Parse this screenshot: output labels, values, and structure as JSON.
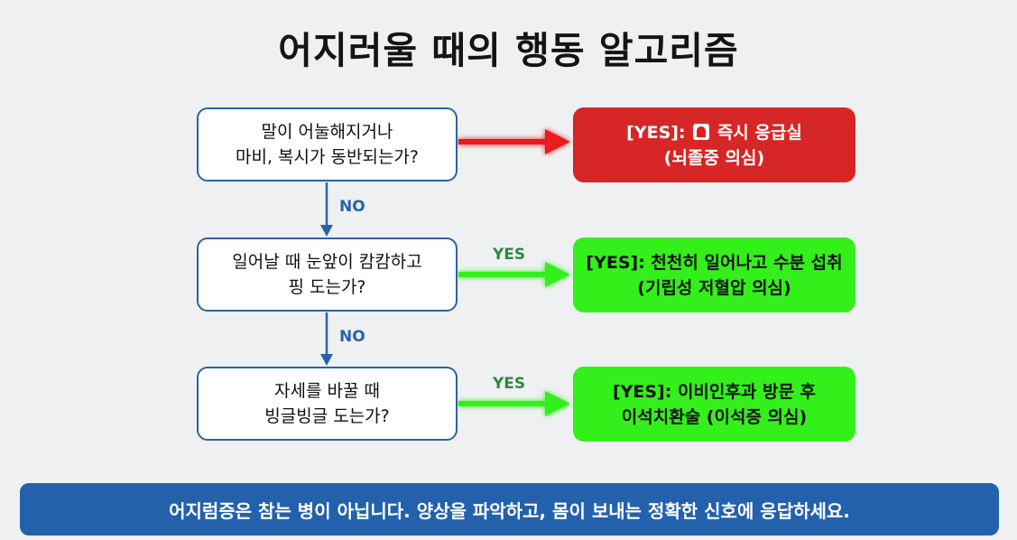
{
  "title": "어지러울 때의 행동 알고리즘",
  "questions": [
    {
      "line1": "말이 어눌해지거나",
      "line2": "마비, 복시가 동반되는가?"
    },
    {
      "line1": "일어날 때 눈앞이 캄캄하고",
      "line2": "핑 도는가?"
    },
    {
      "line1": "자세를 바꿀 때",
      "line2": "빙글빙글 도는가?"
    }
  ],
  "results": [
    {
      "prefix": "[YES]:",
      "icon": "siren-icon",
      "text": "즉시 응급실",
      "line2": "(뇌졸중 의심)",
      "color": "#d62626"
    },
    {
      "line1": "[YES]: 천천히 일어나고 수분 섭취",
      "line2": "(기립성 저혈압 의심)",
      "color": "#33f01a"
    },
    {
      "line1": "[YES]: 이비인후과 방문 후",
      "line2": "이석치환술 (이석증 의심)",
      "color": "#33f01a"
    }
  ],
  "labels": {
    "no": "NO",
    "yes": "YES"
  },
  "banner": "어지럼증은 참는 병이 아닙니다. 양상을 파악하고, 몸이 보내는 정확한 신호에 응답하세요.",
  "colors": {
    "blue": "#2b62a6",
    "red": "#e81c1c",
    "green": "#33f01a",
    "banner": "#2361ad"
  }
}
